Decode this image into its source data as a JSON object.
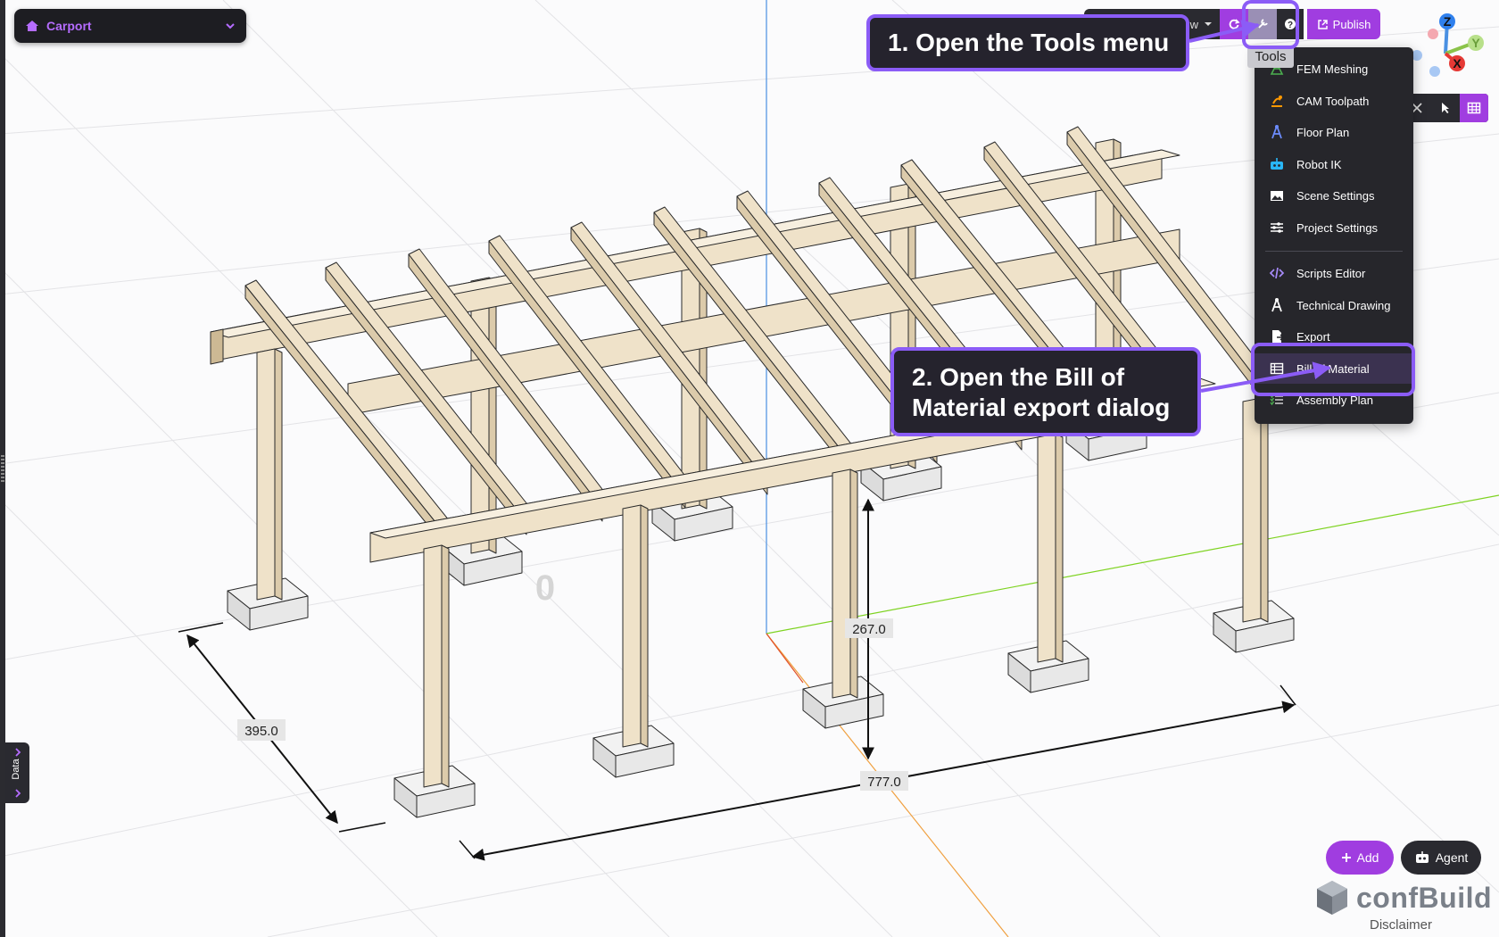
{
  "project": {
    "name": "Carport",
    "icon": "home-icon"
  },
  "toolbar": {
    "view_label": "w",
    "publish_label": "Publish",
    "tools_tooltip": "Tools"
  },
  "tools_menu": {
    "items": [
      {
        "label": "FEM Meshing",
        "icon": "mesh-icon",
        "color": "#4caf50"
      },
      {
        "label": "CAM Toolpath",
        "icon": "toolpath-icon",
        "color": "#ff9800"
      },
      {
        "label": "Floor Plan",
        "icon": "compass-icon",
        "color": "#6c8cff"
      },
      {
        "label": "Robot IK",
        "icon": "robot-icon",
        "color": "#29b6f6"
      },
      {
        "label": "Scene Settings",
        "icon": "image-icon",
        "color": "#ffffff"
      },
      {
        "label": "Project Settings",
        "icon": "sliders-icon",
        "color": "#ffffff"
      },
      {
        "label": "Scripts Editor",
        "icon": "code-icon",
        "color": "#a78bfa"
      },
      {
        "label": "Technical Drawing",
        "icon": "drafting-icon",
        "color": "#ffffff"
      },
      {
        "label": "Export",
        "icon": "file-export-icon",
        "color": "#ffffff"
      },
      {
        "label": "Bill of Material",
        "icon": "table-icon",
        "color": "#ffffff"
      },
      {
        "label": "Assembly Plan",
        "icon": "list-steps-icon",
        "color": "#4caf50"
      }
    ]
  },
  "callouts": {
    "step1": "1. Open the Tools menu",
    "step2_line1": "2. Open the Bill of",
    "step2_line2": "Material export dialog"
  },
  "dimensions": {
    "depth": "395.0",
    "length": "777.0",
    "height": "267.0"
  },
  "origin_label": "0",
  "axes": {
    "z": "Z",
    "y": "Y",
    "x": "X"
  },
  "side_tab": {
    "label": "Data"
  },
  "buttons": {
    "add": "Add",
    "agent": "Agent"
  },
  "brand": {
    "name": "confBuild",
    "disclaimer": "Disclaimer"
  },
  "colors": {
    "accent": "#a03de0",
    "callout_border": "#8b5cf6",
    "wood": "#efe2c9",
    "menu_bg": "#26262b"
  }
}
